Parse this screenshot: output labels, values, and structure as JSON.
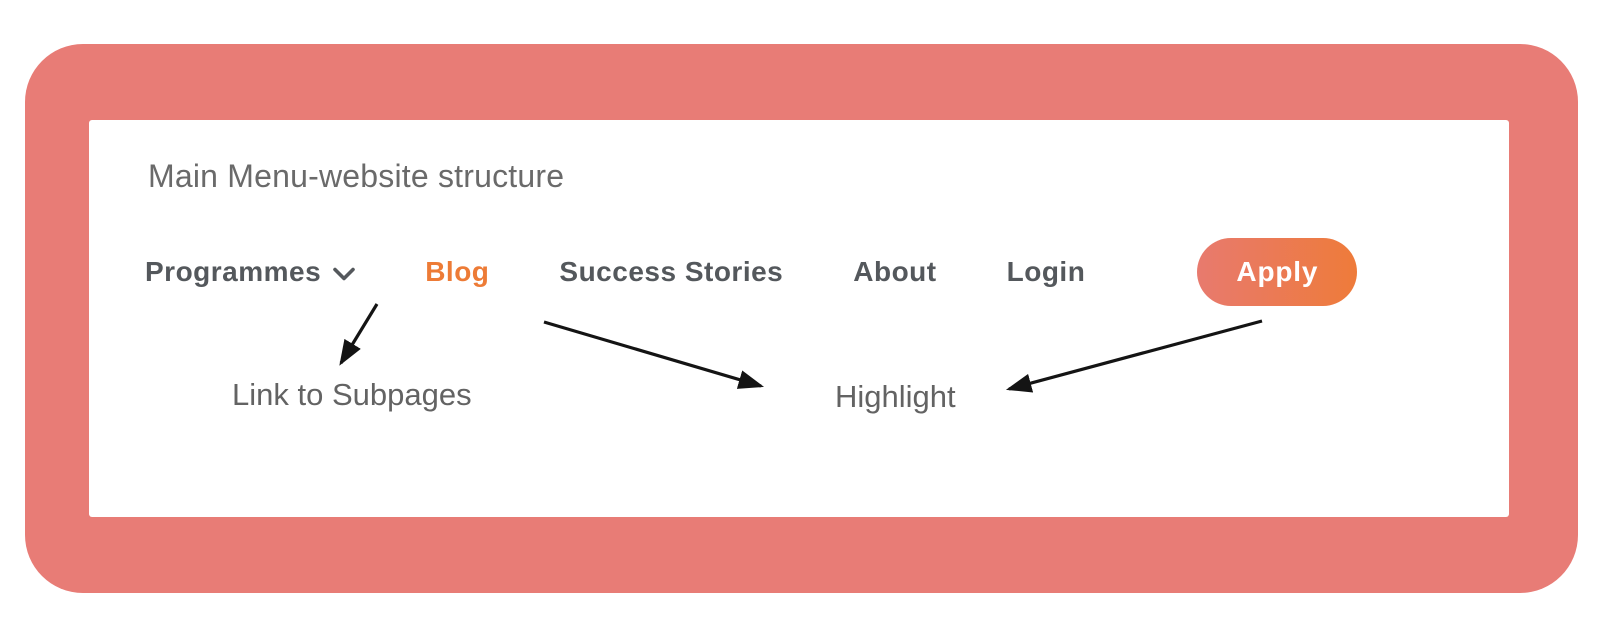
{
  "header": {
    "title": "Main Menu-website structure"
  },
  "nav": {
    "items": [
      {
        "label": "Programmes",
        "has_dropdown": true
      },
      {
        "label": "Blog",
        "highlighted": true
      },
      {
        "label": "Success Stories",
        "highlighted": false
      },
      {
        "label": "About",
        "highlighted": false
      },
      {
        "label": "Login",
        "highlighted": false
      }
    ],
    "apply_button": {
      "label": "Apply"
    }
  },
  "annotations": {
    "subpages_label": "Link to Subpages",
    "highlight_label": "Highlight",
    "arrow_1": "Programmes dropdown points to Link to Subpages",
    "arrow_2": "Blog points to Highlight",
    "arrow_3": "Apply button points to Highlight"
  },
  "colors": {
    "frame_salmon": "#E87C76",
    "canvas_white": "#FFFFFF",
    "nav_text_gray": "#54585C",
    "highlight_orange": "#ED7B36",
    "button_gradient_start": "#E87A6E",
    "button_gradient_end": "#EE7B3A",
    "button_text": "#FFFFFF",
    "annotation_gray": "#636363",
    "arrow_black": "#141414"
  }
}
